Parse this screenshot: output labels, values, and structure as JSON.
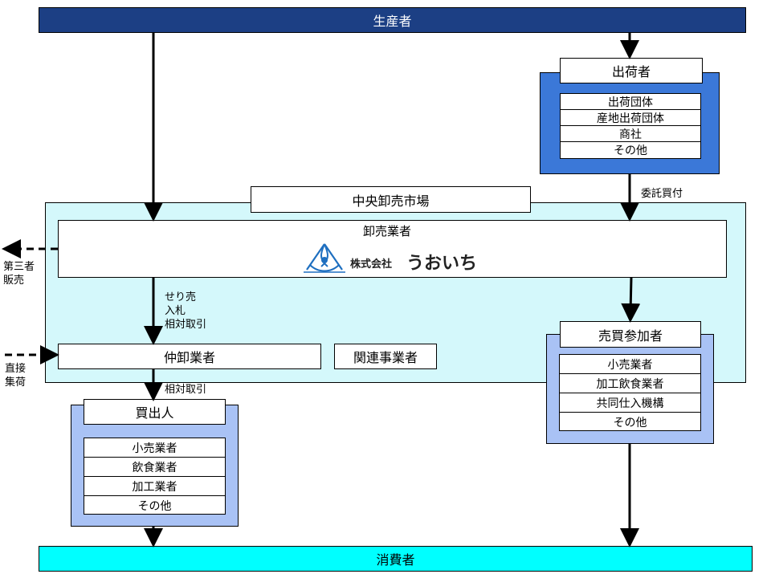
{
  "producer": "生産者",
  "consumer": "消費者",
  "shipper": {
    "title": "出荷者",
    "items": [
      "出荷団体",
      "産地出荷団体",
      "商社",
      "その他"
    ]
  },
  "consignment_label": "委託買付",
  "central_market": "中央卸売市場",
  "wholesaler": {
    "title": "卸売業者",
    "logo_text": "株式会社",
    "logo_name": "うおいち"
  },
  "third_party_sale": [
    "第三者",
    "販売"
  ],
  "trade_methods": [
    "せり売",
    "入札",
    "相対取引"
  ],
  "intermediate_wholesaler": "仲卸業者",
  "related_business": "関連事業者",
  "direct_collection": [
    "直接",
    "集荷"
  ],
  "relative_trade": "相対取引",
  "buyer": {
    "title": "買出人",
    "items": [
      "小売業者",
      "飲食業者",
      "加工業者",
      "その他"
    ]
  },
  "trade_participant": {
    "title": "売買参加者",
    "items": [
      "小売業者",
      "加工飲食業者",
      "共同仕入機構",
      "その他"
    ]
  },
  "colors": {
    "producer_bg": "#1c3f84",
    "consumer_bg": "#00ffff",
    "market_bg": "#d4f8fb",
    "shipper_bg": "#3b78d8",
    "list_bg": "#a9c2f5",
    "logo_blue": "#1e6fc0"
  }
}
